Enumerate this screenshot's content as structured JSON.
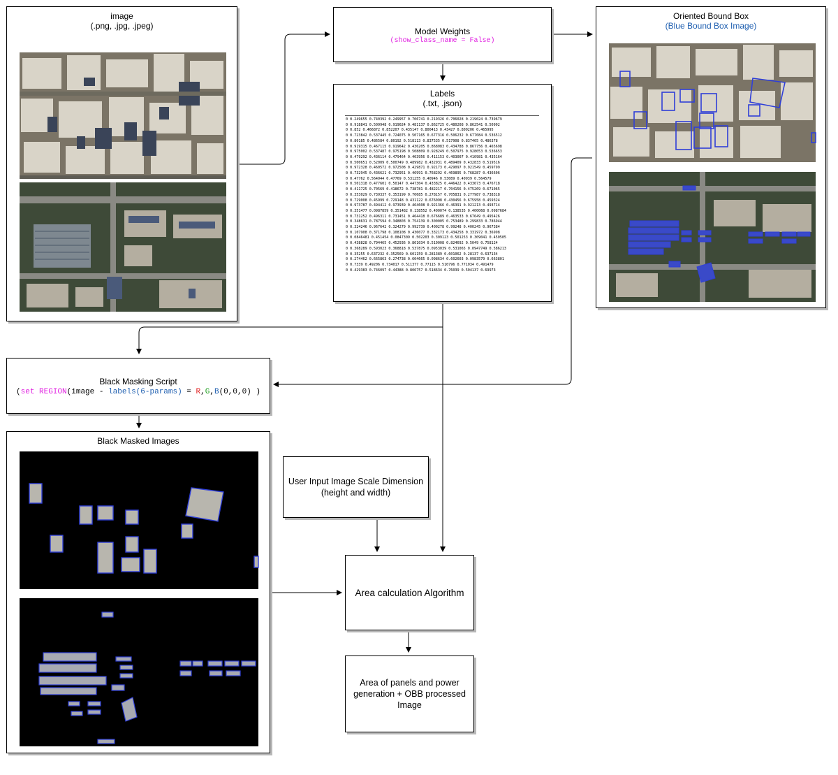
{
  "image_box": {
    "title": "image",
    "subtitle": "(.png, .jpg, .jpeg)"
  },
  "model_weights": {
    "title": "Model Weights",
    "param": "(show_class_name = False)"
  },
  "obb_box": {
    "title": "Oriented Bound Box",
    "subtitle": "(Blue Bound Box Image)"
  },
  "labels_box": {
    "title": "Labels",
    "subtitle": "(.txt, .json)",
    "rows": [
      "0 0.249655 0.740392 0.249957 0.706741 0.219326 0.706028 0.219024 0.739679",
      "0 0.918841 0.509948 0.919024 0.481137 0.862725 0.480208 0.862541 0.50902",
      "0 0.852 0.466872 0.852207 0.435147 0.800413 0.43427 0.800206 0.465995",
      "0 0.723842 0.537445 0.724075 0.507165 0.677316 0.506232 0.677084 0.536512",
      "0 0.80185 0.486584 0.80192 0.518113 0.837535 0.517908 0.837465 0.486378",
      "0 0.919315 0.467115 0.919642 0.436205 0.868083 0.434788 0.867756 0.465698",
      "0 0.975002 0.537487 0.975198 0.508809 0.928249 0.507975 0.928053 0.536653",
      "0 0.479292 0.436114 0.479464 0.403956 0.411153 0.403007 0.410981 0.435164",
      "0 0.500651 0.52009 0.500749 0.489982 0.432931 0.489409 0.432833 0.519516",
      "0 0.972328 0.460572 0.972508 0.429871 0.92173 0.429097 0.921549 0.459799",
      "0 0.732945 0.436621 0.732951 0.46991 0.768292 0.469895 0.768287 0.436606",
      "0 0.47762 0.564944 0.47769 0.531255 0.40946 0.53089 0.40939 0.564579",
      "0 0.501318 0.477601 0.50147 0.447304 0.433825 0.446422 0.433673 0.476718",
      "0 0.411725 0.70569 0.418672 0.738781 0.482217 0.704156 0.475269 0.671065",
      "0 0.353029 0.739337 0.353199 0.70685 0.278157 0.705831 0.277987 0.738318",
      "0 0.729008 0.45999 0.729148 0.431122 0.676098 0.430456 0.675958 0.459324",
      "0 0.973787 0.494412 0.973939 0.464608 0.921366 0.46391 0.921213 0.493714",
      "0 0.351477 0.0987859 0.351482 0.138552 0.400074 0.138535 0.400068 0.0987684",
      "0 0.731252 0.496311 0.731451 0.464418 0.676689 0.463533 0.67649 0.495426",
      "0 0.348631 0.787594 0.348803 0.754139 0.300005 0.753489 0.299833 0.786944",
      "0 0.324246 0.967642 0.324279 0.992739 0.400278 0.99248 0.400245 0.967384",
      "0 0.107908 0.371798 0.108108 0.436077 0.332173 0.434258 0.331972 0.36998",
      "0 0.0846481 0.451454 0.0847309 0.502203 0.309123 0.501253 0.309041 0.450505",
      "0 0.438828 0.794465 0.452936 0.861034 0.519008 0.824692 0.5049 0.758124",
      "0 0.368289 0.593023 0.368818 0.537875 0.0953039 0.531065 0.0947749 0.586213",
      "0 0.35255 0.637232 0.352569 0.601159 0.281389 0.601062 0.28137 0.637134",
      "0 0.274462 0.665863 0.274738 0.604665 0.098634 0.602603 0.0983579 0.663801",
      "0 0.7339 0.49206 0.734017 0.511377 0.77115 0.510796 0.771034 0.491479",
      "0 0.429383 0.746097 0.44388 0.806757 0.518634 0.76039 0.504137 0.69973"
    ]
  },
  "masking_box": {
    "title": "Black Masking Script",
    "code": {
      "open": "(",
      "kw_set": "set",
      "kw_region": "REGION",
      "p1": "(image - ",
      "labels": "labels(6-params)",
      "eq": " = ",
      "r": "R",
      "c1": ",",
      "g": "G",
      "c2": ",",
      "b": "B",
      "tail": "(0,0,0) )"
    }
  },
  "masked_box": {
    "title": "Black Masked Images"
  },
  "scale_box": {
    "line1": "User Input Image Scale Dimension",
    "line2": "(height and width)"
  },
  "area_algo": {
    "label": "Area calculation Algorithm"
  },
  "output_box": {
    "label": "Area of panels and power generation + OBB processed Image"
  },
  "colors": {
    "magenta": "#e020e0",
    "blue": "#1f5fb0",
    "red": "#e02020",
    "green": "#20a020",
    "bbox": "#2f3fd8",
    "roof": "#d8d2c4",
    "green_area": "#3c5030"
  }
}
